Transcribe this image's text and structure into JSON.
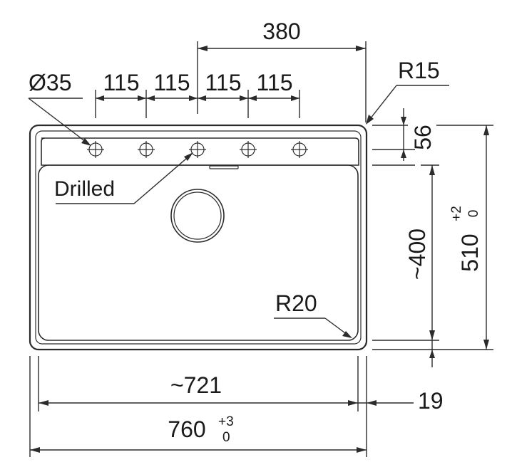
{
  "labels": {
    "top_width": "380",
    "hole_diameter": "Ø35",
    "spacing_1": "115",
    "spacing_2": "115",
    "spacing_3": "115",
    "spacing_4": "115",
    "corner_radius_outer": "R15",
    "deck_depth": "56",
    "drilled": "Drilled",
    "inner_depth": "~400",
    "outer_depth": "510",
    "outer_depth_tol_upper": "+2",
    "outer_depth_tol_lower": "0",
    "corner_radius_inner": "R20",
    "inner_width": "~721",
    "rim_offset": "19",
    "outer_width": "760",
    "outer_width_tol_upper": "+3",
    "outer_width_tol_lower": "0"
  },
  "colors": {
    "line": "#2b2b2b",
    "text": "#1a1a1a",
    "background": "#ffffff"
  }
}
